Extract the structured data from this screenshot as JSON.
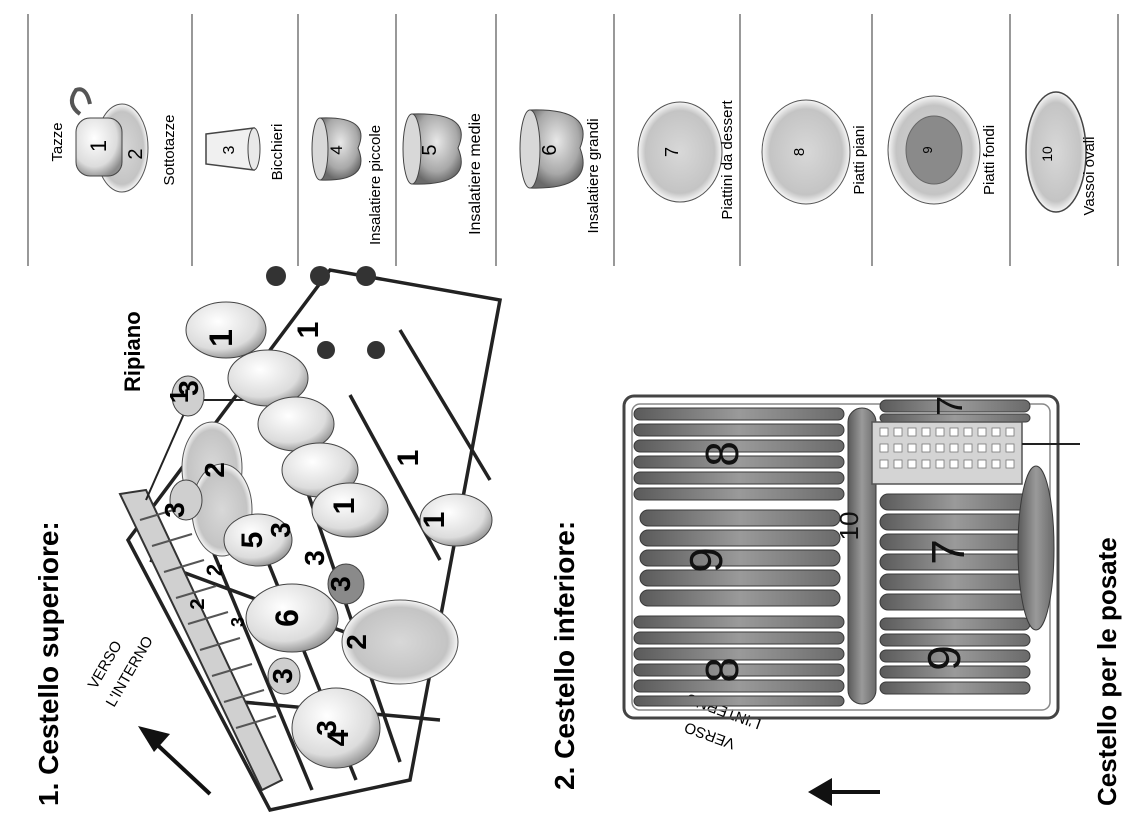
{
  "upper_basket": {
    "title": "1. Cestello superiore:",
    "shelf_label": "Ripiano",
    "direction_label": [
      "VERSO",
      "L'INTERNO"
    ],
    "item_numbers": [
      "1",
      "1",
      "1",
      "1",
      "1",
      "1",
      "2",
      "2",
      "2",
      "2",
      "3",
      "3",
      "3",
      "3",
      "3",
      "3",
      "3",
      "3",
      "4",
      "5",
      "6"
    ]
  },
  "lower_basket": {
    "title": "2. Cestello inferiore:",
    "direction_label": [
      "VERSO",
      "L'INTERNO"
    ],
    "cutlery_label": "Cestello per le posate",
    "item_numbers": [
      "8",
      "8",
      "9",
      "9",
      "7",
      "7",
      "10"
    ]
  },
  "legend": [
    {
      "number": "1",
      "number2": "2",
      "label": "Tazze",
      "label2": "Sottotazze"
    },
    {
      "number": "3",
      "label": "Bicchieri"
    },
    {
      "number": "4",
      "label": "Insalatiere piccole"
    },
    {
      "number": "5",
      "label": "Insalatiere medie"
    },
    {
      "number": "6",
      "label": "Insalatiere grandi"
    },
    {
      "number": "7",
      "label": "Piattini da dessert"
    },
    {
      "number": "8",
      "label": "Piatti piani"
    },
    {
      "number": "9",
      "label": "Piatti fondi"
    },
    {
      "number": "10",
      "label": "Vassoi ovali"
    }
  ]
}
